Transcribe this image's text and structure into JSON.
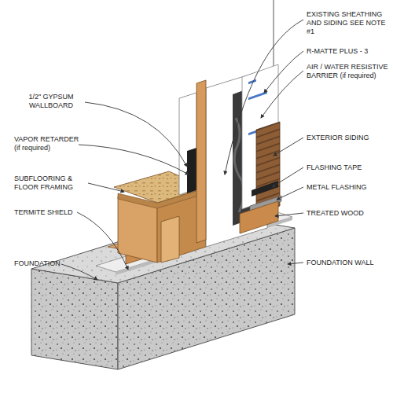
{
  "diagram": {
    "labels": [
      "EXISTING SHEATHING AND SIDING SEE NOTE #1",
      "R-MATTE PLUS - 3",
      "AIR / WATER RESISTIVE BARRIER (if required)",
      "1/2\" GYPSUM WALLBOARD",
      "VAPOR RETARDER (if required)",
      "EXTERIOR SIDING",
      "SUBFLOORING & FLOOR FRAMING",
      "FLASHING TAPE",
      "METAL FLASHING",
      "TERMITE SHIELD",
      "TREATED WOOD",
      "FOUNDATION",
      "FOUNDATION WALL"
    ]
  }
}
